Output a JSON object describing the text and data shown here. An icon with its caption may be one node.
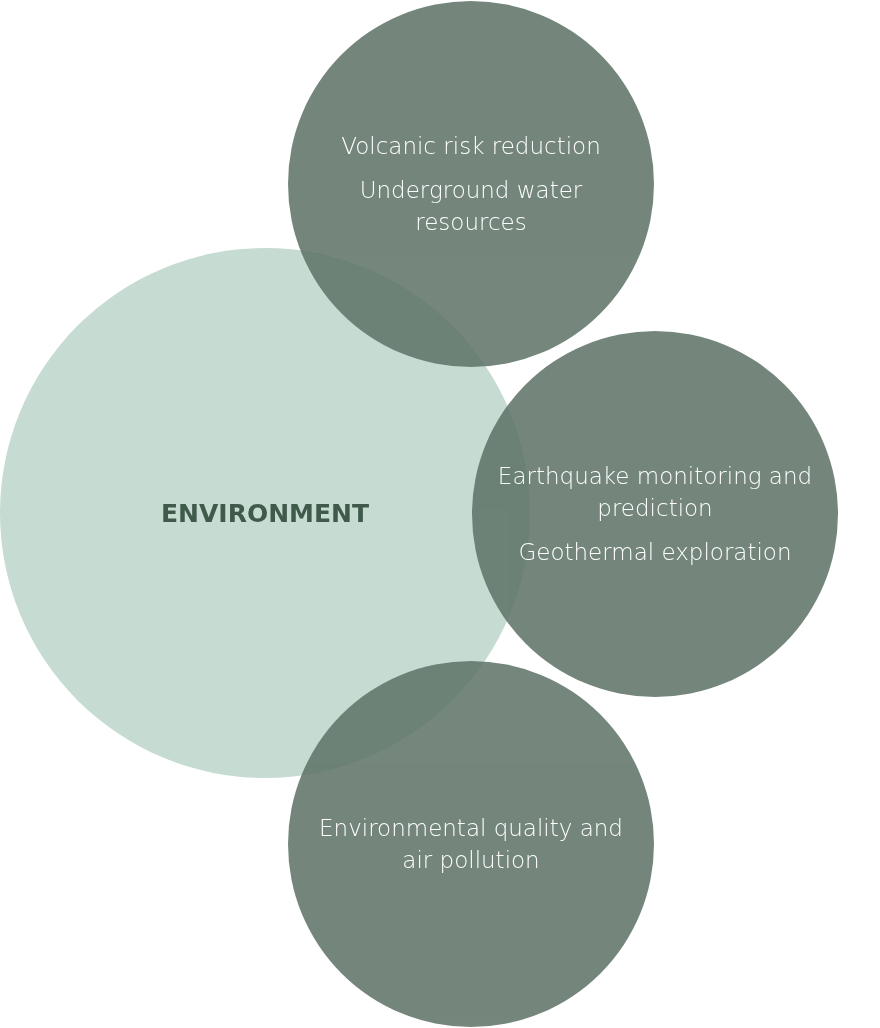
{
  "diagram": {
    "nodes": [
      {
        "text": [
          "ENVIRONMENT"
        ]
      },
      {
        "text": [
          "Volcanic risk reduction",
          "Underground water resources"
        ]
      },
      {
        "text": [
          "Earthquake monitoring and prediction",
          "Geothermal exploration"
        ]
      },
      {
        "text": [
          "Environmental quality and air pollution"
        ]
      }
    ]
  }
}
